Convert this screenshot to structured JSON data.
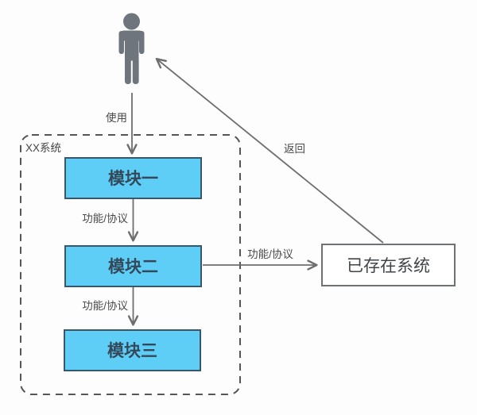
{
  "diagram": {
    "title": "system-module-architecture",
    "actor": {
      "name": "user-person"
    },
    "system_boundary": {
      "label": "XX系统"
    },
    "modules": [
      {
        "label": "模块一"
      },
      {
        "label": "模块二"
      },
      {
        "label": "模块三"
      }
    ],
    "external_system": {
      "label": "已存在系统"
    },
    "edges": [
      {
        "id": "user-to-module1",
        "label": "使用",
        "from": "user",
        "to": "module-1"
      },
      {
        "id": "module1-to-module2",
        "label": "功能/协议",
        "from": "module-1",
        "to": "module-2"
      },
      {
        "id": "module2-to-module3",
        "label": "功能/协议",
        "from": "module-2",
        "to": "module-3"
      },
      {
        "id": "module2-to-external",
        "label": "功能/协议",
        "from": "module-2",
        "to": "external-system"
      },
      {
        "id": "external-to-user",
        "label": "返回",
        "from": "external-system",
        "to": "user"
      }
    ],
    "colors": {
      "background": "#fdfdfd",
      "module_fill": "#5fcef7",
      "module_border": "#39576a",
      "external_fill": "#ffffff",
      "external_border": "#6e7277",
      "boundary_dash": "#565656",
      "line": "#6e6e6e",
      "person": "#6e757c"
    }
  }
}
